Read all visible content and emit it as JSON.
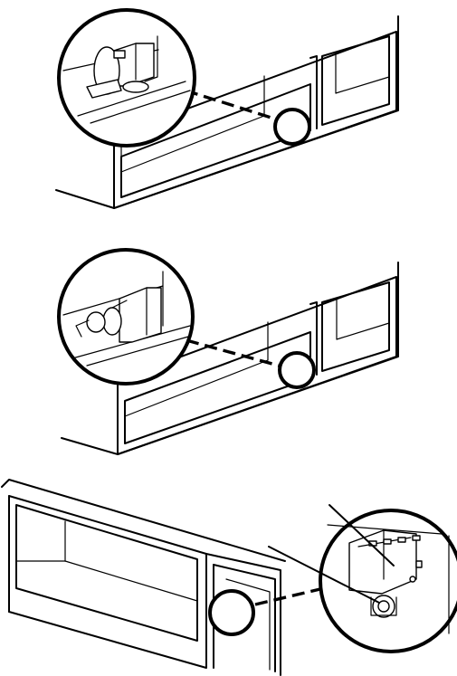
{
  "figure": {
    "panels": [
      {
        "id": "panel-1",
        "component": "switch-with-lever-actuator"
      },
      {
        "id": "panel-2",
        "component": "switch-with-push-button"
      },
      {
        "id": "panel-3",
        "component": "switch-with-terminals-and-push-button"
      }
    ],
    "colors": {
      "line": "#000000",
      "background": "#ffffff"
    }
  }
}
